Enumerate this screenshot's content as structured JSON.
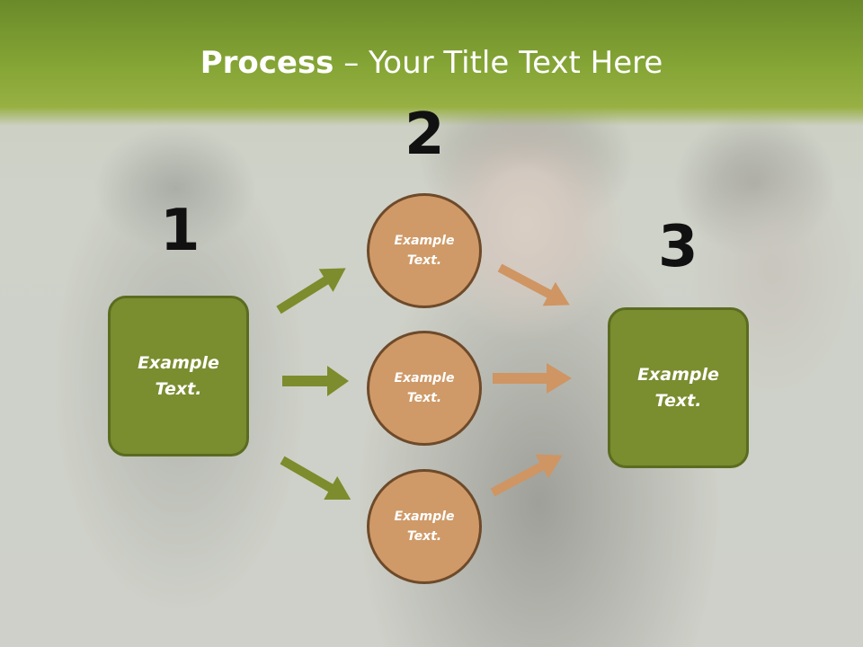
{
  "title": {
    "bold": "Process",
    "rest": " – Your Title Text Here"
  },
  "steps": [
    {
      "number": "1",
      "label": "Example\nText."
    },
    {
      "number": "2"
    },
    {
      "number": "3",
      "label": "Example\nText."
    }
  ],
  "circles": [
    {
      "label": "Example\nText."
    },
    {
      "label": "Example\nText."
    },
    {
      "label": "Example\nText."
    }
  ],
  "colors": {
    "green_box": "#7a8d2f",
    "green_arrow": "#7d8c2c",
    "orange_circle": "#cf9a68",
    "orange_arrow": "#cf9563"
  }
}
